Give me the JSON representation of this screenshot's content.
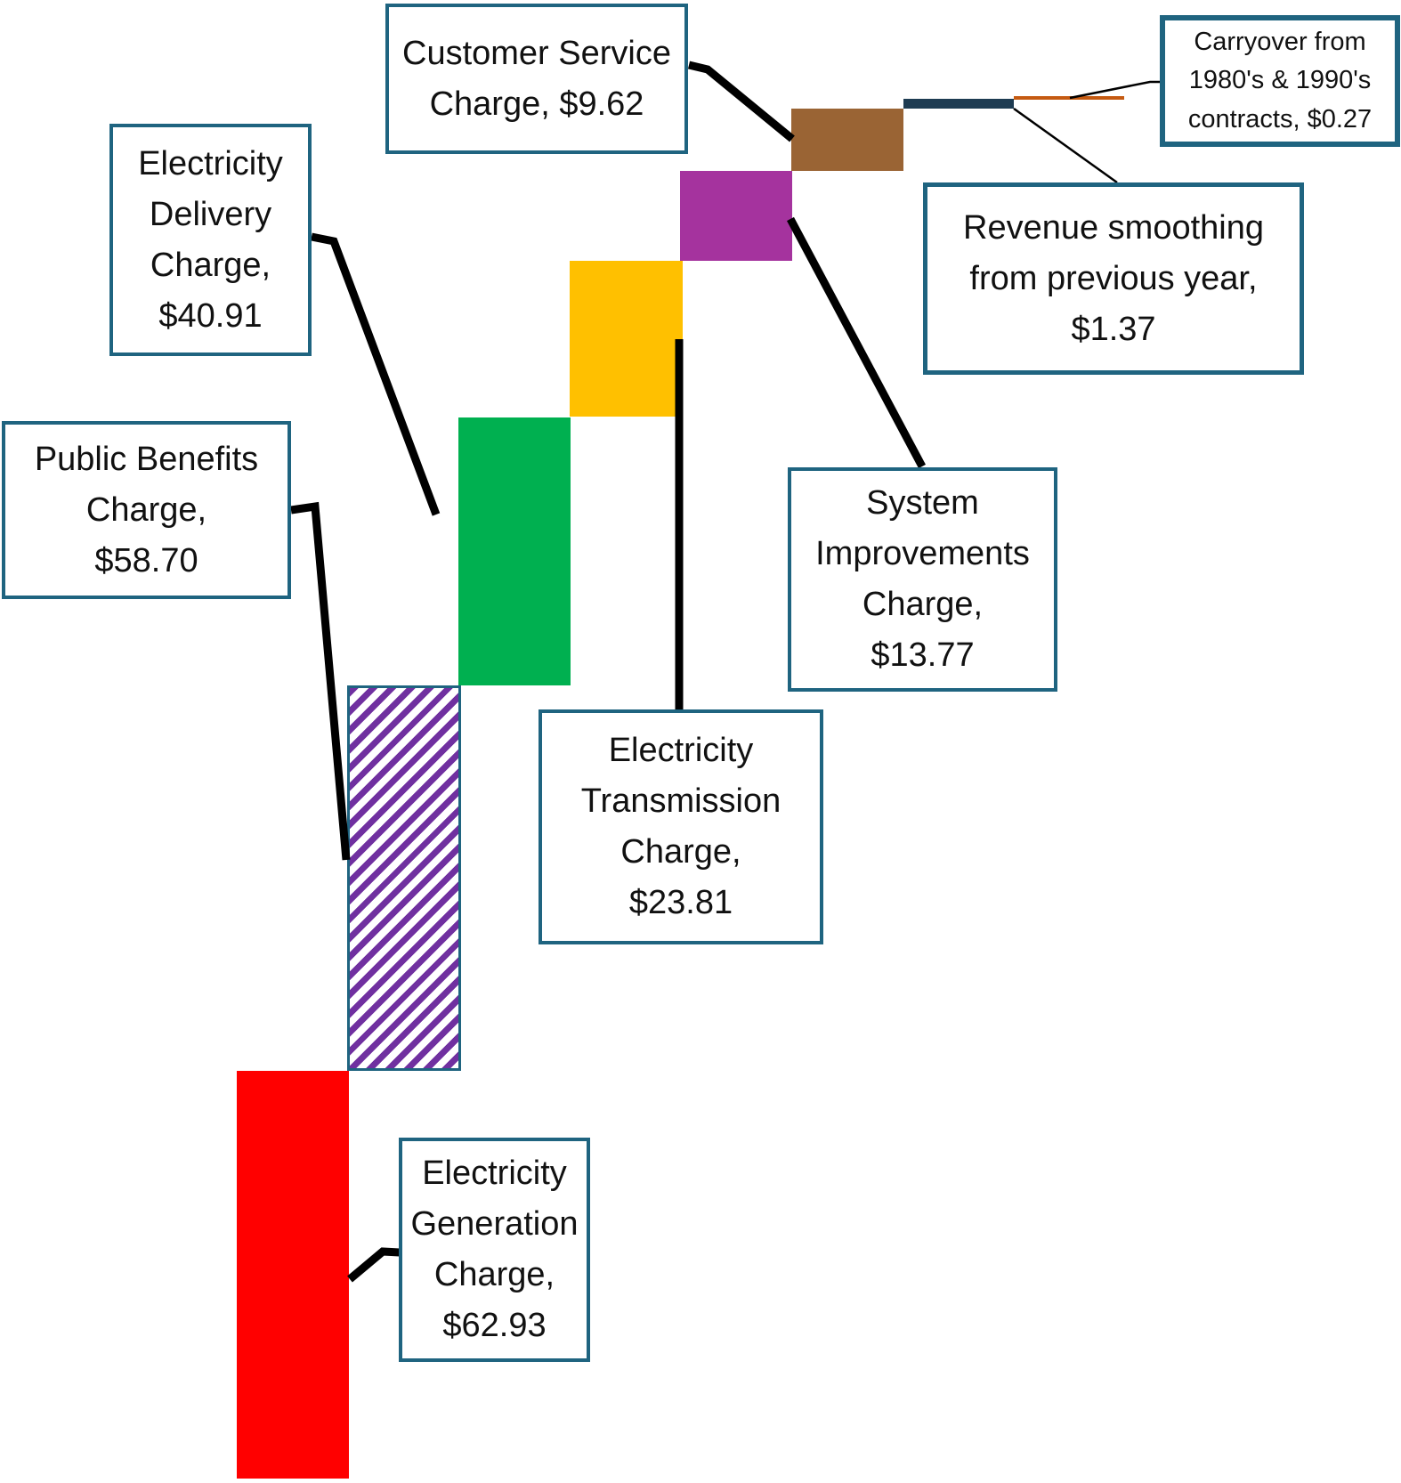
{
  "chart": {
    "type": "waterfall",
    "background": "#ffffff",
    "leader_color": "#000000",
    "callout_border_color": "#1F6480",
    "callout_text_color": "#111111",
    "bars": [
      {
        "key": "generation",
        "label": "Electricity Generation Charge",
        "value": 62.93,
        "color": "#FF0000",
        "style": "solid"
      },
      {
        "key": "public_benefits",
        "label": "Public Benefits Charge",
        "value": 58.7,
        "color": "#7030A0",
        "style": "diagonal-hatch",
        "hatch_bg": "#ffffff",
        "border": "#1F6480"
      },
      {
        "key": "delivery",
        "label": "Electricity Delivery Charge",
        "value": 40.91,
        "color": "#00B050",
        "style": "solid"
      },
      {
        "key": "transmission",
        "label": "Electricity Transmission Charge",
        "value": 23.81,
        "color": "#FFC000",
        "style": "solid"
      },
      {
        "key": "system_improvements",
        "label": "System Improvements Charge",
        "value": 13.77,
        "color": "#A5339E",
        "style": "solid"
      },
      {
        "key": "customer_service",
        "label": "Customer Service Charge",
        "value": 9.62,
        "color": "#9A6434",
        "style": "solid"
      },
      {
        "key": "revenue_smoothing",
        "label": "Revenue smoothing from previous year",
        "value": 1.37,
        "color": "#1E3C52",
        "style": "solid"
      },
      {
        "key": "carryover",
        "label": "Carryover from 1980's & 1990's contracts",
        "value": 0.27,
        "color": "#C55A11",
        "style": "solid"
      }
    ],
    "callouts": [
      {
        "key": "customer_service",
        "lines": [
          "Customer Service",
          "Charge, $9.62"
        ]
      },
      {
        "key": "delivery",
        "lines": [
          "Electricity",
          "Delivery",
          "Charge,",
          "$40.91"
        ]
      },
      {
        "key": "public_benefits",
        "lines": [
          "Public Benefits",
          "Charge,",
          "$58.70"
        ]
      },
      {
        "key": "transmission",
        "lines": [
          "Electricity",
          "Transmission",
          "Charge,",
          "$23.81"
        ]
      },
      {
        "key": "system_improvements",
        "lines": [
          "System",
          "Improvements",
          "Charge,",
          "$13.77"
        ]
      },
      {
        "key": "revenue_smoothing",
        "lines": [
          "Revenue smoothing",
          "from previous year,",
          "$1.37"
        ]
      },
      {
        "key": "carryover",
        "lines": [
          "Carryover from",
          "1980's & 1990's",
          "contracts, $0.27"
        ]
      },
      {
        "key": "generation",
        "lines": [
          "Electricity",
          "Generation",
          "Charge,",
          "$62.93"
        ]
      }
    ]
  },
  "chart_data": {
    "type": "waterfall",
    "title": "",
    "xlabel": "",
    "ylabel": "",
    "orientation": "cumulative bottom-up, each segment stacked on the previous and stepped right",
    "categories": [
      "Electricity Generation Charge",
      "Public Benefits Charge",
      "Electricity Delivery Charge",
      "Electricity Transmission Charge",
      "System Improvements Charge",
      "Customer Service Charge",
      "Revenue smoothing from previous year",
      "Carryover from 1980's & 1990's contracts"
    ],
    "values": [
      62.93,
      58.7,
      40.91,
      23.81,
      13.77,
      9.62,
      1.37,
      0.27
    ],
    "cumulative": [
      62.93,
      121.63,
      162.54,
      186.35,
      200.12,
      209.74,
      211.11,
      211.38
    ],
    "total": 211.38,
    "unit": "$",
    "ylim": [
      0,
      211.38
    ],
    "grid": false,
    "legend": false,
    "annotations": [
      "Customer Service Charge, $9.62",
      "Electricity Delivery Charge, $40.91",
      "Public Benefits Charge, $58.70",
      "Electricity Transmission Charge, $23.81",
      "System Improvements Charge, $13.77",
      "Revenue smoothing from previous year, $1.37",
      "Carryover from 1980's & 1990's contracts, $0.27",
      "Electricity Generation Charge, $62.93"
    ]
  }
}
